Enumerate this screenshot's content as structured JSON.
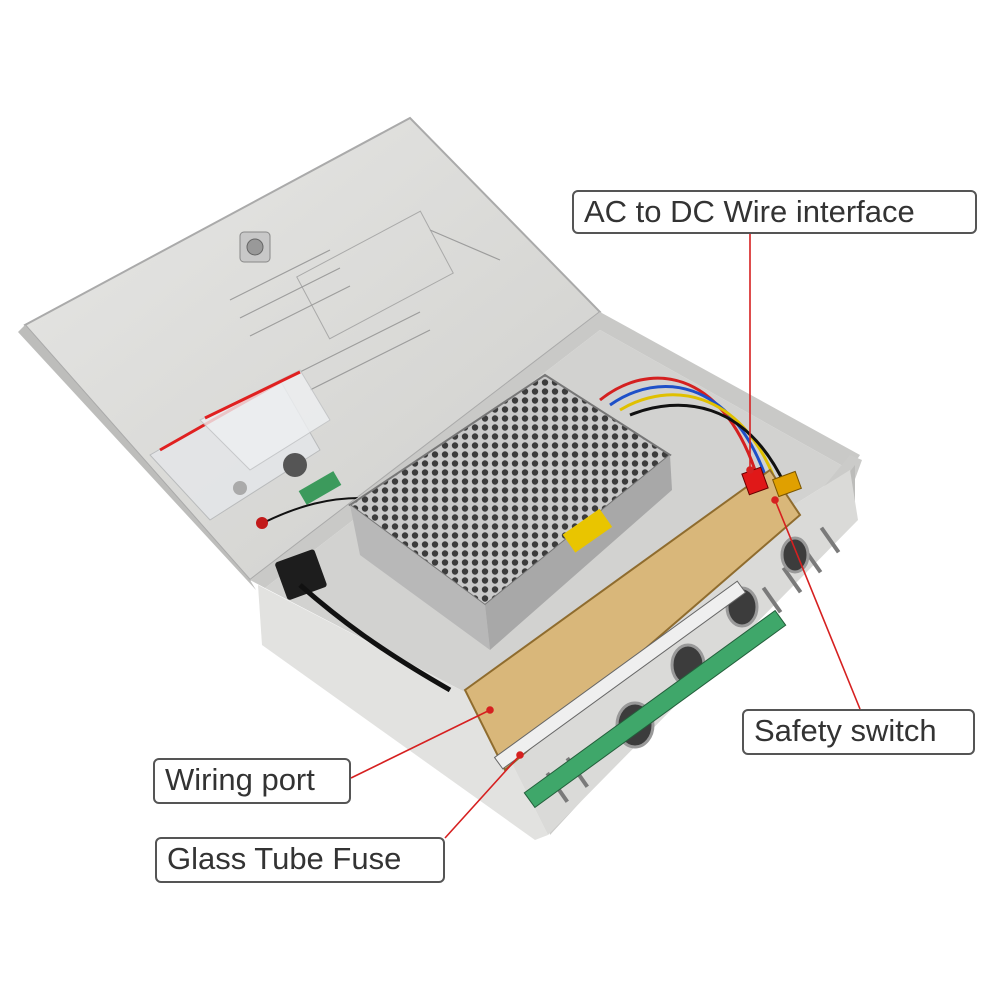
{
  "callouts": {
    "ac_wire": "AC to DC Wire interface",
    "safety_switch": "Safety switch",
    "wiring_port": "Wiring port",
    "glass_fuse": "Glass Tube Fuse"
  },
  "colors": {
    "leader_line": "#d62020",
    "enclosure": "#d9d9d7",
    "pcb": "#d9b77a",
    "terminal": "#3fa76a"
  }
}
